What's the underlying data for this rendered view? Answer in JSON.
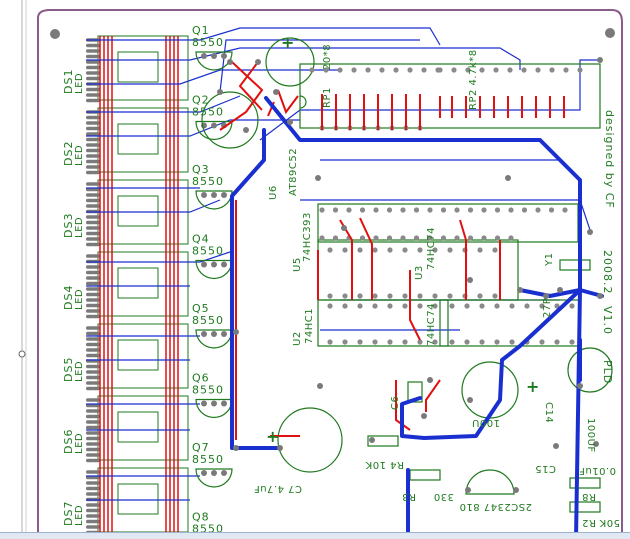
{
  "canvas": {
    "background": "#ffffff",
    "board_edge": "#8a5a8a",
    "silkscreen": "#1f7a1f",
    "top_copper": "#1a2fd0",
    "bottom_copper": "#e01010",
    "pad": "#7a7a7a"
  },
  "displays": [
    {
      "ref": "DS1",
      "type": "LED"
    },
    {
      "ref": "DS2",
      "type": "LED"
    },
    {
      "ref": "DS3",
      "type": "LED"
    },
    {
      "ref": "DS4",
      "type": "LED"
    },
    {
      "ref": "DS5",
      "type": "LED"
    },
    {
      "ref": "DS6",
      "type": "LED"
    },
    {
      "ref": "DS7",
      "type": "LED"
    }
  ],
  "transistors": [
    {
      "ref": "Q1",
      "part": "8550"
    },
    {
      "ref": "Q2",
      "part": "8550"
    },
    {
      "ref": "Q3",
      "part": "8550"
    },
    {
      "ref": "Q4",
      "part": "8550"
    },
    {
      "ref": "Q5",
      "part": "8550"
    },
    {
      "ref": "Q6",
      "part": "8550"
    },
    {
      "ref": "Q7",
      "part": "8550"
    },
    {
      "ref": "Q8",
      "part": "8550"
    }
  ],
  "labels": {
    "rp1": "RP1",
    "rp1_value": "20*8",
    "rp2": "RP2 4.7k*8",
    "u6": "U6",
    "u6_part": "AT89C52",
    "u5": "U5",
    "u5_part": "74HC393",
    "u2": "U2",
    "u2_part": "74HC1",
    "u3": "U3",
    "u3_part": "74HC74",
    "u4_part": "74HC74",
    "y1": "Y1",
    "c6": "C6",
    "c7": "C7 4.7uF",
    "r4": "R4 10K",
    "c14": "C14",
    "c14_value": "100U",
    "c15": "C15",
    "c15_value": "0.01uF",
    "r3": "R3",
    "r3_value": "330",
    "transistor_b": "2SC2347 810",
    "r8": "R8",
    "r2": "R2",
    "r2_value": "50K",
    "r7": "27P",
    "date": "2008.2",
    "designer": "designed by CF",
    "version": "V1.0",
    "pld": "PLD",
    "cap_100": "100UF",
    "cap_uf": "UF",
    "plus": "+"
  }
}
